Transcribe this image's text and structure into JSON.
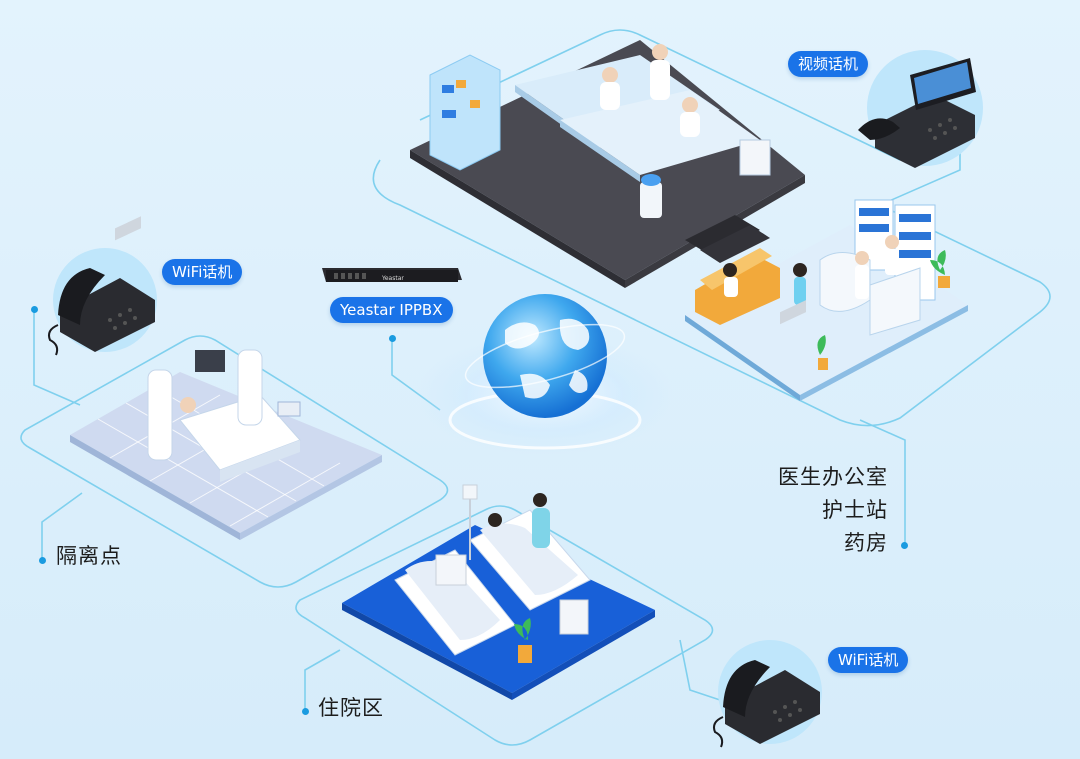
{
  "colors": {
    "background": "#dcf0fc",
    "line": "#7fd0ee",
    "pill_blue": "#1a73e8",
    "floor_blue": "#1860d8",
    "floor_dark": "#4a4a52",
    "floor_light": "#eef5fb",
    "label_text": "#1c1c1c"
  },
  "server": {
    "label": "Yeastar IPPBX",
    "brand": "Yeastar"
  },
  "devices": {
    "video_phone": {
      "label": "视频话机",
      "icon": "video-phone-icon"
    },
    "wifi_phone_left": {
      "label": "WiFi话机",
      "icon": "desk-phone-icon"
    },
    "wifi_phone_bottom": {
      "label": "WiFi话机",
      "icon": "desk-phone-icon"
    }
  },
  "zones": {
    "isolation": {
      "label": "隔离点"
    },
    "ward": {
      "label": "住院区"
    },
    "office": {
      "lines": [
        "医生办公室",
        "护士站",
        "药房"
      ]
    }
  },
  "center": {
    "icon": "globe-icon"
  }
}
